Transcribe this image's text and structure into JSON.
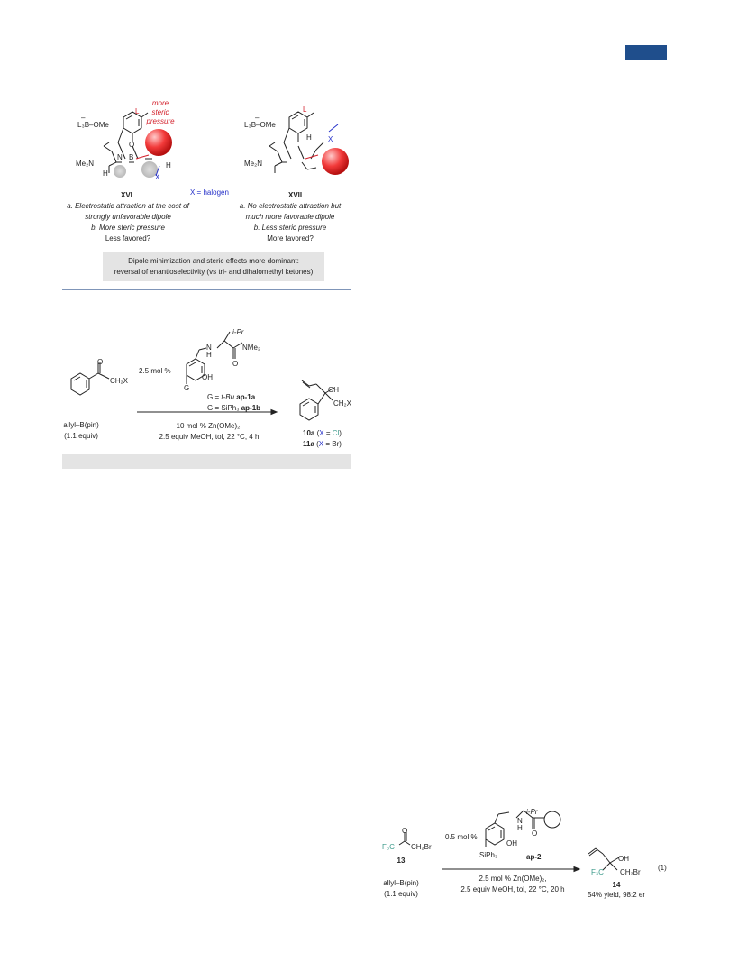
{
  "figure1": {
    "left": {
      "reagent": "L₃B–OMe",
      "reagent_minus": "–",
      "ligand_L": "L",
      "note": [
        "more",
        "steric",
        "pressure"
      ],
      "amine": "Me₂N",
      "o_label": "O",
      "n_label": "N",
      "b_label": "B",
      "h_label": "H",
      "x_label": "X",
      "label": "XVI",
      "caption": [
        "a. Electrostatic attraction at the cost of",
        "strongly unfavorable dipole",
        "b. More steric pressure",
        "Less favored?"
      ]
    },
    "center_label": "X = halogen",
    "right": {
      "reagent": "L₃B–OMe",
      "reagent_minus": "–",
      "ligand_L": "L",
      "amine": "Me₂N",
      "h_label": "H",
      "x_label": "X",
      "label": "XVII",
      "caption": [
        "a. No electrostatic attraction but",
        "much more favorable dipole",
        "b. Less steric pressure",
        "More favored?"
      ]
    },
    "box": [
      "Dipole minimization and steric effects more dominant:",
      "reversal of enantioselectivity (vs tri- and dihalomethyl ketones)"
    ]
  },
  "scheme1": {
    "substituent": "CH₂X",
    "reagent": "allyl–B(pin)",
    "reagent_equiv": "(1.1 equiv)",
    "loading": "2.5 mol %",
    "ipr": "i-Pr",
    "nme2": "NMe₂",
    "nh": "N",
    "nh_h": "H",
    "oh": "OH",
    "g": "G",
    "o_label": "O",
    "catalyst_1": {
      "prefix": "G = ",
      "group": "t-Bu",
      "name": "ap-1a"
    },
    "catalyst_2": {
      "prefix": "G = SiPh₃ ",
      "name": "ap-1b"
    },
    "conditions_1": "10 mol % Zn(OMe)₂,",
    "conditions_2": "2.5 equiv MeOH, tol, 22 °C, 4 h",
    "product_oh": "OH",
    "product_sub": "CH₂X",
    "product_1": {
      "name": "10a",
      "x": "X",
      "eq": "Cl"
    },
    "product_2": {
      "name": "11a",
      "x": "X",
      "eq": "Br"
    }
  },
  "scheme2": {
    "ketone_left": "F₃C",
    "ketone_right": "CH₂Br",
    "ketone_o": "O",
    "compound": "13",
    "reagent": "allyl–B(pin)",
    "reagent_equiv": "(1.1 equiv)",
    "loading": "0.5 mol %",
    "ipr": "i-Pr",
    "nh": "N",
    "nh_h": "H",
    "oh": "OH",
    "siph3": "SiPh₃",
    "o_label": "O",
    "catalyst": "ap-2",
    "conditions_1": "2.5 mol % Zn(OMe)₂,",
    "conditions_2": "2.5 equiv MeOH, tol, 22 °C, 20 h",
    "product_oh": "OH",
    "product_left": "F₃C",
    "product_right": "CH₂Br",
    "product": "14",
    "result": "54% yield, 98:2 er",
    "eq_number": "(1)"
  },
  "colors": {
    "accent": "#1f4e8c",
    "rule": "#7f95b8",
    "red": "#d3202b",
    "blue": "#2631c9",
    "teal": "#3b9a8a",
    "shade": "#e4e4e4"
  }
}
